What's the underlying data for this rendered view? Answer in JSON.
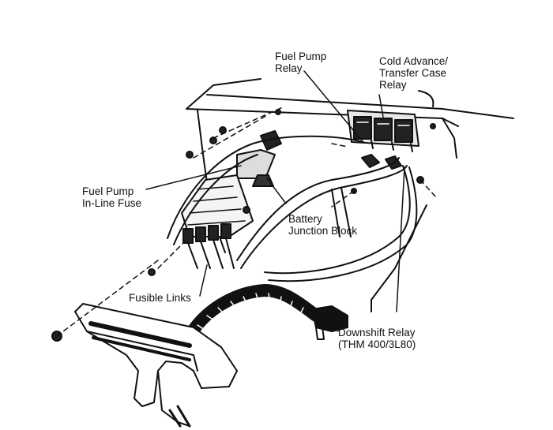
{
  "labels": {
    "fuel_pump_relay": [
      "Fuel Pump",
      "Relay"
    ],
    "cold_advance_relay": [
      "Cold Advance/",
      "Transfer Case",
      "Relay"
    ],
    "fuel_pump_fuse": [
      "Fuel Pump",
      "In-Line Fuse"
    ],
    "battery_junction_block": [
      "Battery",
      "Junction Block"
    ],
    "fusible_links": [
      "Fusible Links"
    ],
    "downshift_relay": [
      "Downshift Relay",
      "(THM 400/3L80)"
    ]
  },
  "colors": {
    "ink": "#111111",
    "background": "#ffffff"
  }
}
